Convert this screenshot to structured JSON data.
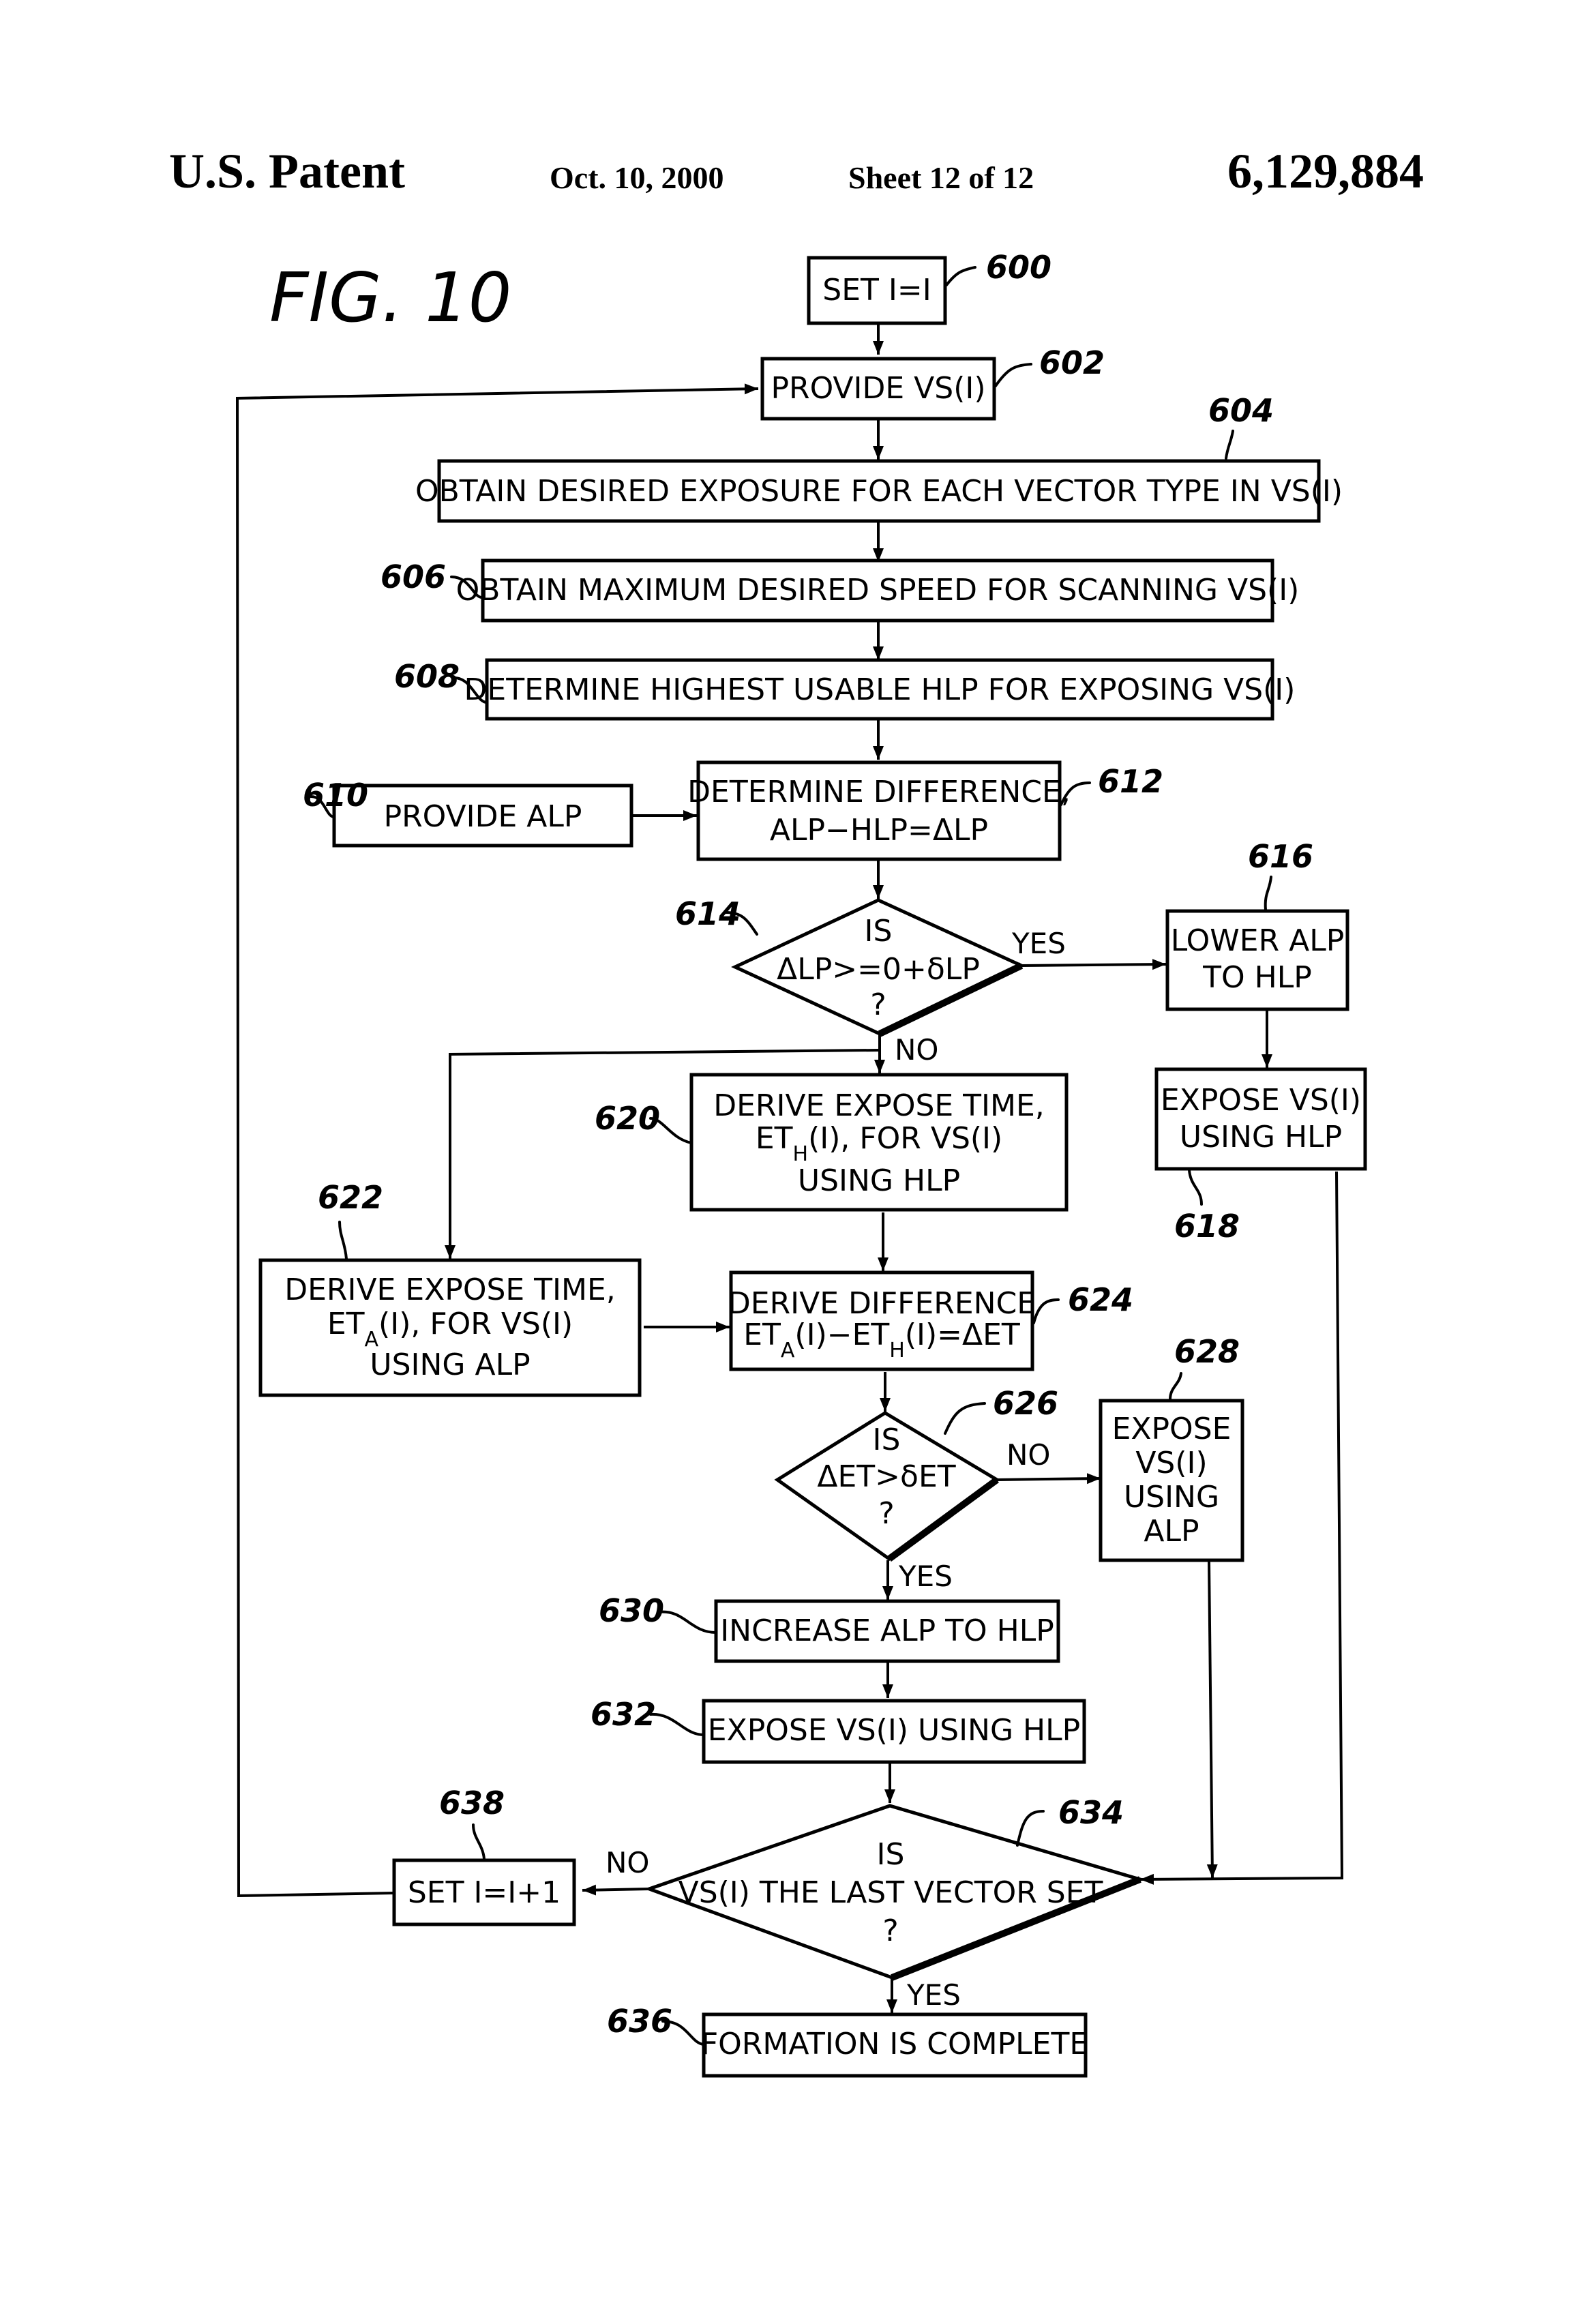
{
  "header": {
    "left": "U.S. Patent",
    "date": "Oct. 10, 2000",
    "sheet": "Sheet 12 of 12",
    "patent_number": "6,129,884"
  },
  "figure": {
    "title": "FIG. 10"
  },
  "nodes": {
    "n600": {
      "ref": "600",
      "lines": [
        "SET I=I"
      ]
    },
    "n602": {
      "ref": "602",
      "lines": [
        "PROVIDE VS(I)"
      ]
    },
    "n604": {
      "ref": "604",
      "lines": [
        "OBTAIN DESIRED EXPOSURE FOR EACH VECTOR TYPE IN VS(I)"
      ]
    },
    "n606": {
      "ref": "606",
      "lines": [
        "OBTAIN MAXIMUM DESIRED SPEED FOR SCANNING VS(I)"
      ]
    },
    "n608": {
      "ref": "608",
      "lines": [
        "DETERMINE HIGHEST USABLE HLP FOR EXPOSING VS(I)"
      ]
    },
    "n610": {
      "ref": "610",
      "lines": [
        "PROVIDE ALP"
      ]
    },
    "n612": {
      "ref": "612",
      "lines": [
        "DETERMINE DIFFERENCE,",
        "ALP−HLP=ΔLP"
      ]
    },
    "n614": {
      "ref": "614",
      "lines": [
        "IS",
        "ΔLP>=0+δLP",
        "?"
      ]
    },
    "n616": {
      "ref": "616",
      "lines": [
        "LOWER ALP",
        "TO HLP"
      ]
    },
    "n618": {
      "ref": "618",
      "lines": [
        "EXPOSE VS(I)",
        "USING HLP"
      ]
    },
    "n620": {
      "ref": "620",
      "lines": [
        "DERIVE EXPOSE TIME,",
        "ET",
        "H",
        "(I), FOR VS(I)",
        "USING HLP"
      ]
    },
    "n622": {
      "ref": "622",
      "lines": [
        "DERIVE EXPOSE TIME,",
        "ET",
        "A",
        "(I), FOR VS(I)",
        "USING ALP"
      ]
    },
    "n624": {
      "ref": "624",
      "lines": [
        "DERIVE DIFFERENCE",
        "ET",
        "A",
        "(I)−ET",
        "H",
        "(I)=ΔET"
      ]
    },
    "n626": {
      "ref": "626",
      "lines": [
        "IS",
        "ΔET>δET",
        "?"
      ]
    },
    "n628": {
      "ref": "628",
      "lines": [
        "EXPOSE",
        "VS(I)",
        "USING",
        "ALP"
      ]
    },
    "n630": {
      "ref": "630",
      "lines": [
        "INCREASE ALP TO HLP"
      ]
    },
    "n632": {
      "ref": "632",
      "lines": [
        "EXPOSE VS(I) USING HLP"
      ]
    },
    "n634": {
      "ref": "634",
      "lines": [
        "IS",
        "VS(I) THE LAST VECTOR SET",
        "?"
      ]
    },
    "n636": {
      "ref": "636",
      "lines": [
        "FORMATION IS COMPLETE"
      ]
    },
    "n638": {
      "ref": "638",
      "lines": [
        "SET I=I+1"
      ]
    }
  },
  "branch_labels": {
    "b614_yes": "YES",
    "b614_no": "NO",
    "b626_no": "NO",
    "b626_yes": "YES",
    "b634_no": "NO",
    "b634_yes": "YES"
  }
}
